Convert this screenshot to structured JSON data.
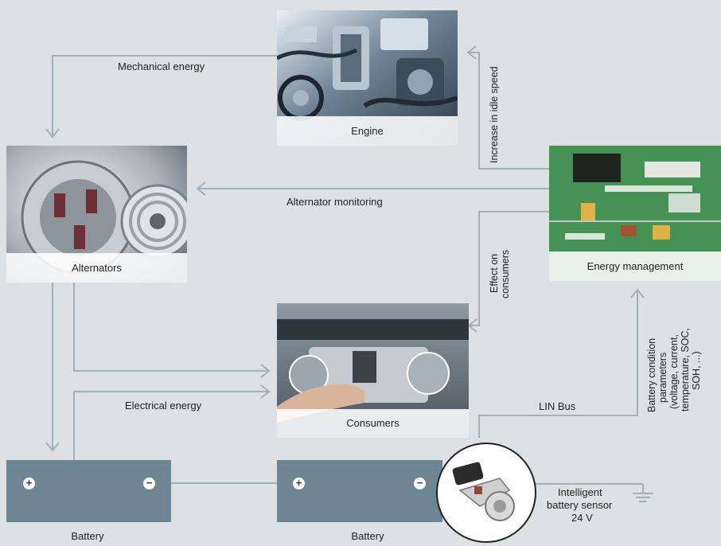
{
  "nodes": {
    "engine": {
      "caption": "Engine"
    },
    "alternators": {
      "caption": "Alternators"
    },
    "energy_management": {
      "caption": "Energy management"
    },
    "consumers": {
      "caption": "Consumers"
    },
    "battery_left": {
      "label": "Battery",
      "plus": "+",
      "minus": "−"
    },
    "battery_right": {
      "label": "Battery",
      "plus": "+",
      "minus": "−"
    },
    "sensor": {
      "label_line1": "Intelligent",
      "label_line2": "battery sensor",
      "label_line3": "24 V"
    }
  },
  "edges": {
    "mechanical_energy": "Mechanical energy",
    "increase_idle": "Increase in idle speed",
    "alternator_monitoring": "Alternator monitoring",
    "effect_consumers_1": "Effect on",
    "effect_consumers_2": "consumers",
    "electrical_energy": "Electrical energy",
    "lin_bus": "LIN Bus",
    "battery_params_1": "Battery condition",
    "battery_params_2": "parameters",
    "battery_params_3": "(voltage, current,",
    "battery_params_4": "temperature, SOC,",
    "battery_params_5": "SOH, ...)"
  },
  "colors": {
    "background": "#dde1e4",
    "connector": "#a4b0b8",
    "battery": "#6e8593"
  }
}
